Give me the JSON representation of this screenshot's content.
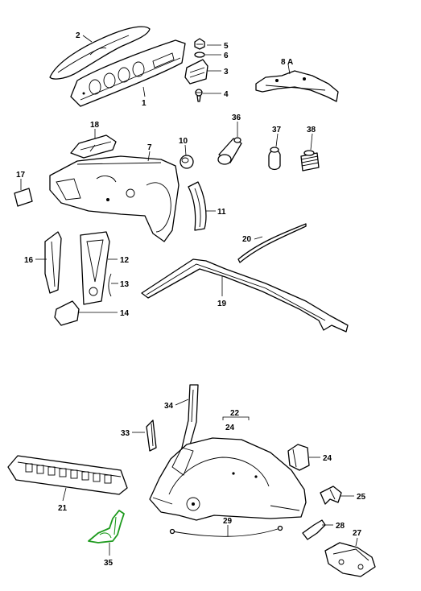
{
  "diagram": {
    "callouts": {
      "p1": "1",
      "p2": "2",
      "p3": "3",
      "p4": "4",
      "p5": "5",
      "p6": "6",
      "p7": "7",
      "p8a": "8 A",
      "p10": "10",
      "p11": "11",
      "p12": "12",
      "p13": "13",
      "p14": "14",
      "p16": "16",
      "p17": "17",
      "p18": "18",
      "p19": "19",
      "p20": "20",
      "p21": "21",
      "p22": "22",
      "p24a": "24",
      "p24b": "24",
      "p25": "25",
      "p27": "27",
      "p28": "28",
      "p29": "29",
      "p33": "33",
      "p34": "34",
      "p35": "35",
      "p36": "36",
      "p37": "37",
      "p38": "38"
    },
    "colors": {
      "line": "#000000",
      "highlight": "#1e9a1e",
      "background": "#ffffff"
    },
    "highlighted_part": "35"
  }
}
